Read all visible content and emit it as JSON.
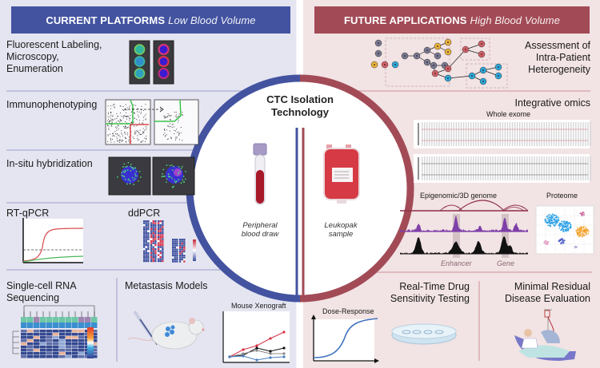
{
  "left_panel": {
    "header_bold": "CURRENT PLATFORMS",
    "header_italic": "Low Blood Volume",
    "color": "#4353a0",
    "sections": {
      "fluorescent": "Fluorescent Labeling,\nMicroscopy,\nEnumeration",
      "fluorescent_lines": [
        "Fluorescent Labeling,",
        "Microscopy,",
        "Enumeration"
      ],
      "immuno": "Immunophenotyping",
      "insitu": "In-situ hybridization",
      "rtqpcr": "RT-qPCR",
      "ddpcr": "ddPCR",
      "scrna_lines": [
        "Single-cell RNA",
        "Sequencing"
      ],
      "metastasis": "Metastasis Models",
      "mouse_xenograft": "Mouse Xenograft"
    }
  },
  "right_panel": {
    "header_bold": "FUTURE APPLICATIONS",
    "header_italic": "High Blood Volume",
    "color": "#a24b56",
    "sections": {
      "heterogeneity_lines": [
        "Assessment of",
        "Intra-Patient",
        "Heterogeneity"
      ],
      "integrative": "Integrative omics",
      "whole_exome": "Whole exome",
      "epigenomic": "Epigenomic/3D genome",
      "proteome": "Proteome",
      "enhancer": "Enhancer",
      "gene": "Gene",
      "drug_lines": [
        "Real-Time Drug",
        "Sensitivity Testing"
      ],
      "dose_response": "Dose-Response",
      "mrd_lines": [
        "Minimal Residual",
        "Disease Evaluation"
      ]
    }
  },
  "center": {
    "title_lines": [
      "CTC Isolation",
      "Technology"
    ],
    "left_caption_lines": [
      "Peripheral",
      "blood draw"
    ],
    "right_caption_lines": [
      "Leukopak",
      "sample"
    ]
  },
  "colors": {
    "blue": "#4353a0",
    "red": "#a24b56",
    "blood": "#a8192a"
  }
}
